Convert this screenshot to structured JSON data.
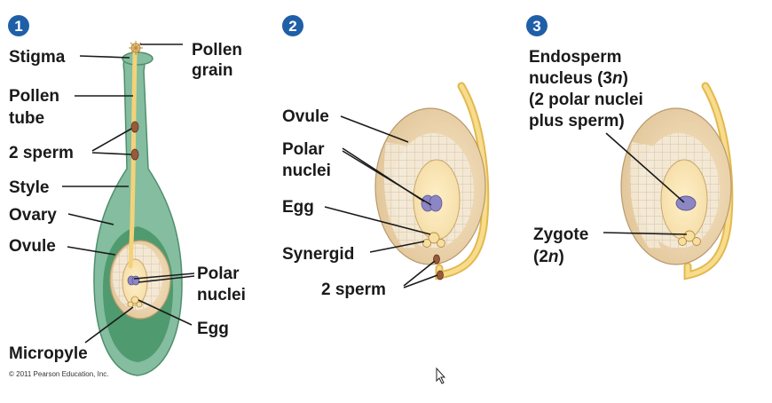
{
  "steps": [
    "1",
    "2",
    "3"
  ],
  "panel1": {
    "stigma": "Stigma",
    "pollen_grain": [
      "Pollen",
      "grain"
    ],
    "pollen_tube": [
      "Pollen",
      "tube"
    ],
    "two_sperm": "2 sperm",
    "style": "Style",
    "ovary": "Ovary",
    "ovule": "Ovule",
    "polar_nuclei": [
      "Polar",
      "nuclei"
    ],
    "egg": "Egg",
    "micropyle": "Micropyle"
  },
  "panel2": {
    "ovule": "Ovule",
    "polar_nuclei": [
      "Polar",
      "nuclei"
    ],
    "egg": "Egg",
    "synergid": "Synergid",
    "two_sperm": "2 sperm"
  },
  "panel3": {
    "endosperm_line1": "Endosperm",
    "endosperm_line2_pre": "nucleus (3",
    "endosperm_line2_n": "n",
    "endosperm_line2_post": ")",
    "endosperm_line3": "(2 polar nuclei",
    "endosperm_line4": "plus sperm)",
    "zygote": "Zygote",
    "zygote_pre": "(2",
    "zygote_n": "n",
    "zygote_post": ")"
  },
  "copyright": "© 2011 Pearson Education, Inc.",
  "colors": {
    "step_badge": "#1f5fa8",
    "carpel_green": "#7fb99a",
    "pollen_yellow": "#f3d27a",
    "ovule_tan": "#ead7b5",
    "nucleus_purple": "#8c86c4",
    "sperm_brown": "#9a5a3a"
  }
}
